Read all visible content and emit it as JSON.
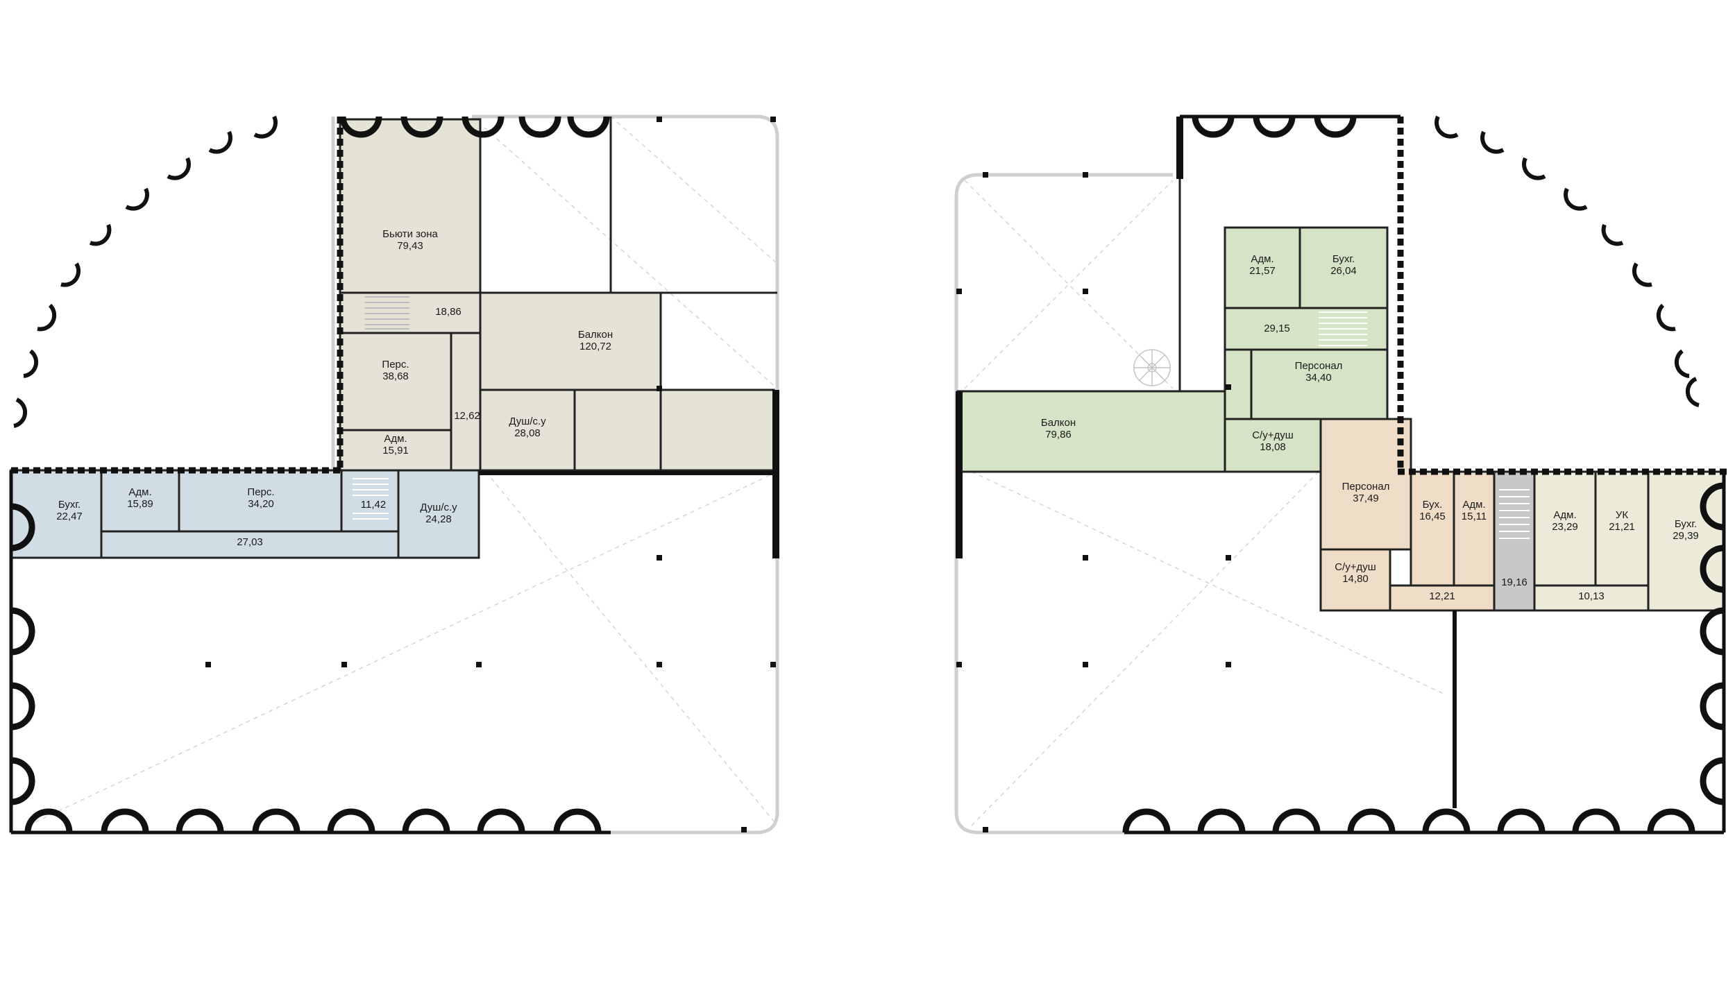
{
  "colors": {
    "beige": "#e5e2d6",
    "blue": "#d1dde4",
    "green": "#d5e4c6",
    "peach": "#f0ddc7",
    "cream": "#ecebd9",
    "gray": "#c8c8c8",
    "wall": "#111111"
  },
  "icons": [
    "stair-icon",
    "spiral-stair-icon",
    "column-icon"
  ],
  "left_plan": {
    "rooms": [
      {
        "name": "Бьюти зона",
        "area": "79,43"
      },
      {
        "name": "",
        "area": "18,86"
      },
      {
        "name": "Балкон",
        "area": "120,72"
      },
      {
        "name": "Перс.",
        "area": "38,68"
      },
      {
        "name": "",
        "area": "12,62"
      },
      {
        "name": "Душ/с.у",
        "area": "28,08"
      },
      {
        "name": "Адм.",
        "area": "15,91"
      },
      {
        "name": "Бухг.",
        "area": "22,47"
      },
      {
        "name": "Адм.",
        "area": "15,89"
      },
      {
        "name": "Перс.",
        "area": "34,20"
      },
      {
        "name": "",
        "area": "11,42"
      },
      {
        "name": "Душ/с.у",
        "area": "24,28"
      },
      {
        "name": "",
        "area": "27,03"
      }
    ]
  },
  "right_plan": {
    "rooms": [
      {
        "name": "Адм.",
        "area": "21,57"
      },
      {
        "name": "Бухг.",
        "area": "26,04"
      },
      {
        "name": "",
        "area": "29,15"
      },
      {
        "name": "Персонал",
        "area": "34,40"
      },
      {
        "name": "Балкон",
        "area": "79,86"
      },
      {
        "name": "С/у+душ",
        "area": "18,08"
      },
      {
        "name": "Персонал",
        "area": "37,49"
      },
      {
        "name": "Бух.",
        "area": "16,45"
      },
      {
        "name": "Адм.",
        "area": "15,11"
      },
      {
        "name": "",
        "area": "19,16"
      },
      {
        "name": "Адм.",
        "area": "23,29"
      },
      {
        "name": "УК",
        "area": "21,21"
      },
      {
        "name": "Бухг.",
        "area": "29,39"
      },
      {
        "name": "С/у+душ",
        "area": "14,80"
      },
      {
        "name": "",
        "area": "12,21"
      },
      {
        "name": "",
        "area": "10,13"
      }
    ]
  }
}
